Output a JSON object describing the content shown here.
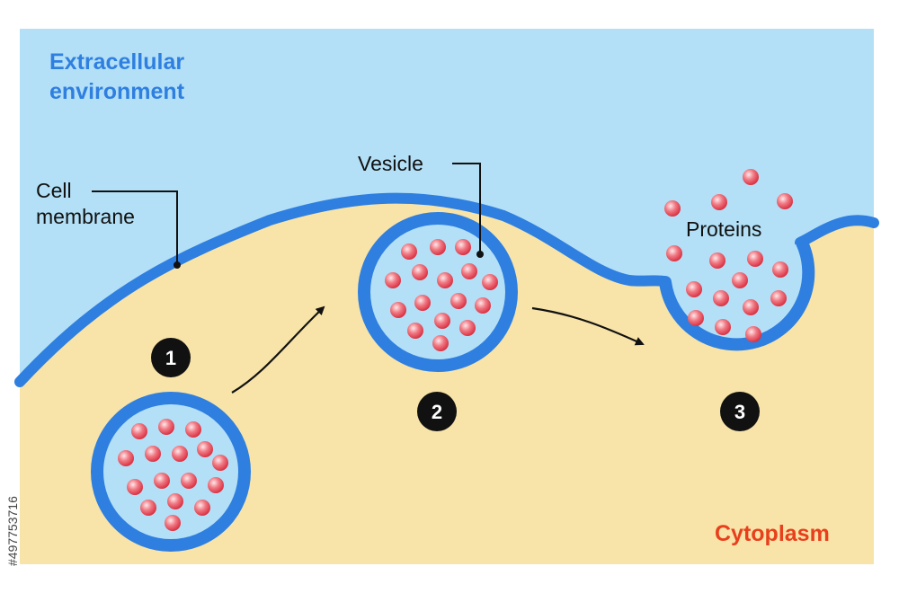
{
  "labels": {
    "extracellular_line1": "Extracellular",
    "extracellular_line2": "environment",
    "cell_line1": "Cell",
    "cell_line2": "membrane",
    "vesicle": "Vesicle",
    "proteins": "Proteins",
    "cytoplasm": "Cytoplasm"
  },
  "steps": [
    "1",
    "2",
    "3"
  ],
  "stock_id": "#497753716",
  "colors": {
    "extracellular": "#b3e0f7",
    "cytoplasm": "#f8e4a8",
    "membrane": "#2f7fe0",
    "vesicle_fill": "#b3e0f7",
    "protein": "#e8404c",
    "label_blue": "#2f7fe0",
    "label_red": "#e8401c",
    "step_badge": "#111111"
  }
}
